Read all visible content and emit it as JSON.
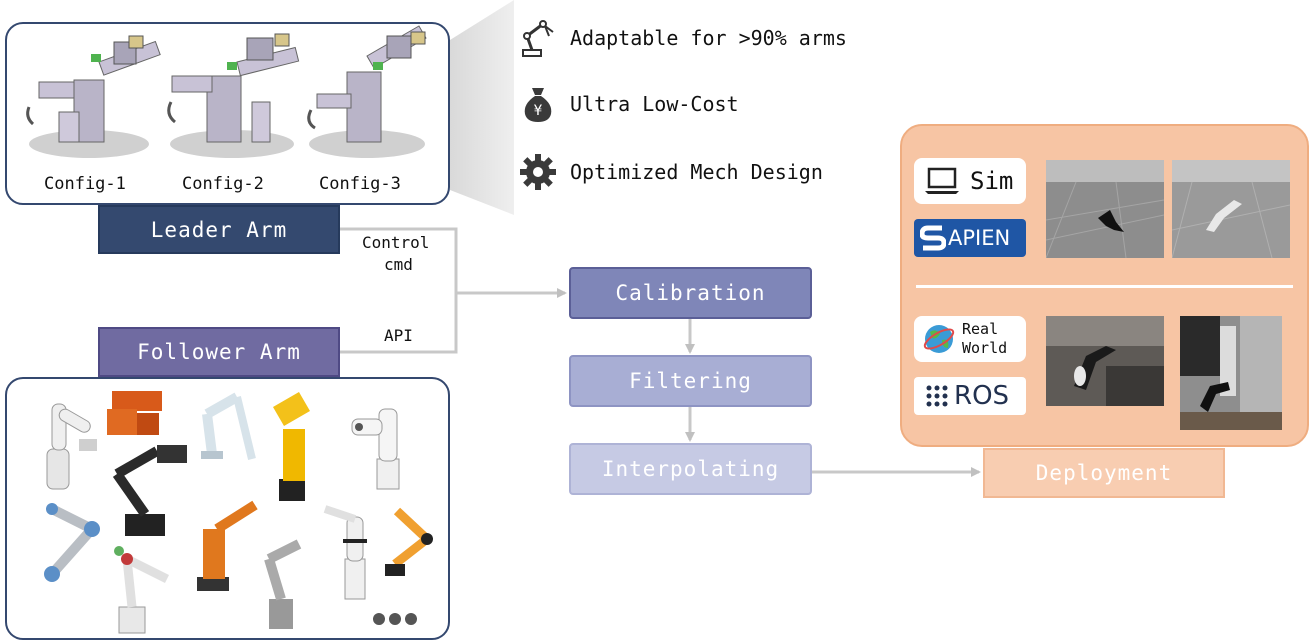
{
  "leader_panel": {
    "configs": [
      "Config-1",
      "Config-2",
      "Config-3"
    ]
  },
  "features": [
    {
      "icon": "robot-arm-icon",
      "text": "Adaptable for >90% arms"
    },
    {
      "icon": "money-bag-icon",
      "text": "Ultra Low-Cost",
      "icon_glyph": "¥"
    },
    {
      "icon": "gear-icon",
      "text": "Optimized Mech Design"
    }
  ],
  "boxes": {
    "leader": "Leader Arm",
    "follower": "Follower Arm",
    "calibration": "Calibration",
    "filtering": "Filtering",
    "interpolating": "Interpolating",
    "deployment": "Deployment"
  },
  "labels": {
    "control_line1": "Control",
    "control_line2": "cmd",
    "api": "API"
  },
  "deploy_panel": {
    "sim_label": "Sim",
    "sapien_label": "APIEN",
    "real_line1": "Real",
    "real_line2": "World",
    "ros_label": "ROS"
  },
  "colors": {
    "leader": "#34496f",
    "follower": "#706ba1",
    "calibration": "#7f86b8",
    "filtering": "#a8aed4",
    "interpolating": "#c6cae4",
    "deployment": "#f8cdb1",
    "deploy_panel": "#f7c5a4",
    "sapien_blue": "#1f56a5",
    "connector": "#c0c0c0"
  }
}
